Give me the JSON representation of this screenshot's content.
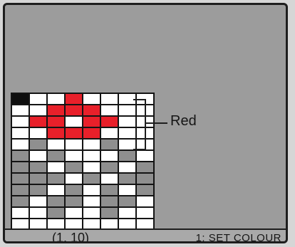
{
  "color_annotation": {
    "label": "Red"
  },
  "pixel_grid": {
    "columns": 8,
    "rows": 12,
    "palette": {
      "w": "#ffffff",
      "r": "#e8202a",
      "k": "#0e0e0e",
      "g": "#8f8f8f"
    },
    "cells": [
      "kwwrwwww",
      "wwrrrwww",
      "wrrwrrww",
      "wwrrrwww",
      "wgwwwgww",
      "gwgwwwgw",
      "ggwgwgwg",
      "gggwgwgg",
      "ggwgwgwg",
      "gwggwggw",
      "wwgwwgww",
      "wwwwwwww"
    ]
  },
  "status_bar": {
    "coordinates": "(1, 10)",
    "mode": "1: SET COLOUR"
  }
}
